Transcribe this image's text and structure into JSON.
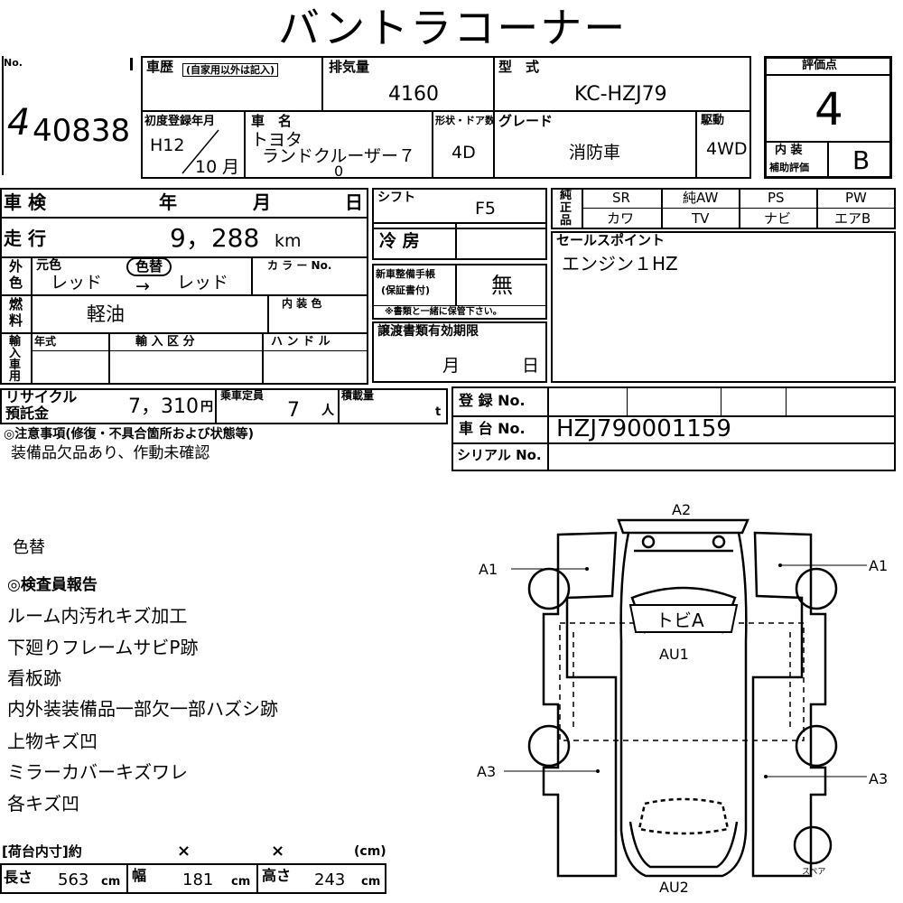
{
  "header": {
    "title": "バントラコーナー"
  },
  "top": {
    "no_label": "No.",
    "lot_number": "40838",
    "lot_prefix": "4",
    "history_label": "車歴",
    "history_note": "(自家用以外は記入)",
    "displacement_label": "排気量",
    "displacement": "4160",
    "model_label": "型　式",
    "model": "KC-HZJ79",
    "first_reg_label": "初度登録年月",
    "first_reg_year": "H12",
    "first_reg_month": "10",
    "month_unit": "月",
    "car_name_label": "車　名",
    "car_name_line1": "トヨタ",
    "car_name_line2": "ランドクルーザー７",
    "car_name_line3": "0",
    "shape_label": "形状・ドア数",
    "shape": "4D",
    "grade_label": "グレード",
    "grade": "消防車",
    "drive_label": "駆動",
    "drive": "4WD",
    "score_label": "評価点",
    "score": "4",
    "interior_label_1": "内 装",
    "interior_label_2": "補助評価",
    "interior_score": "B"
  },
  "inspection": {
    "shaken_label": "車 検",
    "year_unit": "年",
    "month_unit": "月",
    "day_unit": "日",
    "mileage_label": "走 行",
    "mileage": "9，288",
    "mileage_unit": "km",
    "color_side_1": "外",
    "color_side_2": "色",
    "orig_color_label": "元色",
    "repaint_label": "色替",
    "orig_color": "レッド",
    "arrow": "→",
    "new_color": "レッド",
    "color_no_label": "カ ラ ー No.",
    "fuel_side_1": "燃",
    "fuel_side_2": "料",
    "fuel": "軽油",
    "interior_color_label": "内 装 色",
    "import_side": [
      "輸",
      "入",
      "車",
      "用"
    ],
    "import_year_label": "年式",
    "import_type_label": "輸 入 区 分",
    "handle_label": "ハ ン ド ル",
    "shift_label": "シフト",
    "shift": "F5",
    "ac_label": "冷 房",
    "warranty_label_1": "新車整備手帳",
    "warranty_label_2": "(保証書付)",
    "warranty": "無",
    "warranty_note": "※書類と一緒に保管下さい。",
    "transfer_label": "譲渡書類有効期限",
    "transfer_month": "月",
    "transfer_day": "日"
  },
  "equipment": {
    "side": [
      "純",
      "正",
      "品"
    ],
    "row1": [
      "SR",
      "純AW",
      "PS",
      "PW"
    ],
    "row2": [
      "カワ",
      "TV",
      "ナビ",
      "エアB"
    ]
  },
  "sales_point": {
    "label": "セールスポイント",
    "text": "エンジン１HZ"
  },
  "recycle": {
    "label_1": "リサイクル",
    "label_2": "預託金",
    "amount": "7，310",
    "yen": "円",
    "capacity_label": "乗車定員",
    "capacity": "7",
    "person_unit": "人",
    "load_label": "積載量",
    "ton_unit": "t"
  },
  "registration": {
    "reg_label": "登 録 No.",
    "chassis_label": "車 台 No.",
    "chassis": "HZJ790001159",
    "serial_label": "シリアル No."
  },
  "notes": {
    "label": "◎注意事項(修復・不具合箇所および状態等)",
    "text": "装備品欠品あり、作動未確認"
  },
  "report": {
    "repaint": "色替",
    "label": "◎検査員報告",
    "items": [
      "ルーム内汚れキズ加工",
      "下廻りフレームサビP跡",
      "看板跡",
      "内外装装備品一部欠一部ハズシ跡",
      "上物キズ凹",
      "ミラーカバーキズワレ",
      "各キズ凹"
    ]
  },
  "cargo": {
    "label": "[荷台内寸]約",
    "times": "×",
    "unit_cm_paren": "(cm)",
    "length_label": "長さ",
    "length": "563",
    "width_label": "幅",
    "width": "181",
    "height_label": "高さ",
    "height": "243",
    "unit": "cm"
  },
  "diagram": {
    "a2": "A2",
    "a1_left": "A1",
    "a1_right": "A1",
    "tobia": "トビA",
    "au1": "AU1",
    "a3_left": "A3",
    "a3_right": "A3",
    "au2": "AU2",
    "spare": "スペア"
  }
}
